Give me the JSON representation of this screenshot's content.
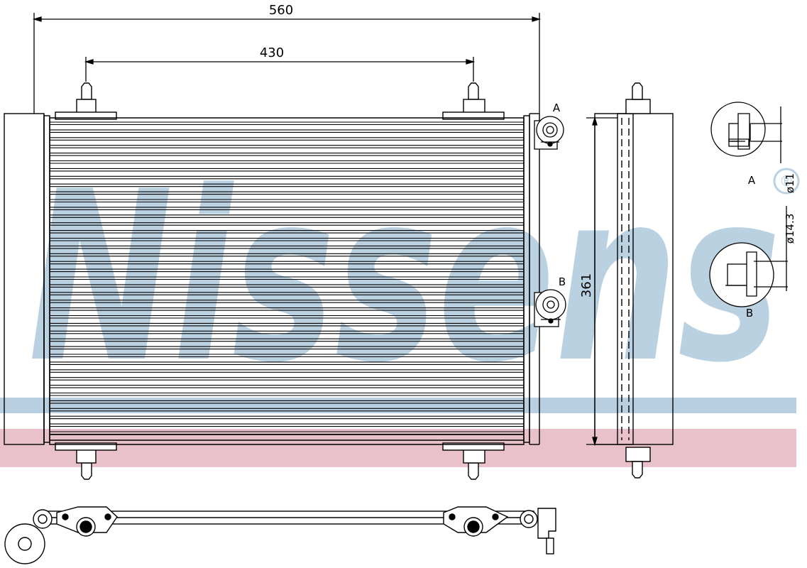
{
  "dimensions": {
    "overall_width": "560",
    "core_width": "430",
    "height": "361",
    "diameter_a": "ø11",
    "diameter_b": "ø14.3"
  },
  "detail_labels": {
    "a_side": "A",
    "a_detail": "A",
    "b_side": "B",
    "b_detail": "B"
  },
  "watermark": {
    "text": "Nissens",
    "registered_mark": "®",
    "color": "#b7cfe0"
  },
  "bands": {
    "blue": "#b7cfe0",
    "pink": "#e9c1cb"
  },
  "colors": {
    "line": "#000000"
  }
}
